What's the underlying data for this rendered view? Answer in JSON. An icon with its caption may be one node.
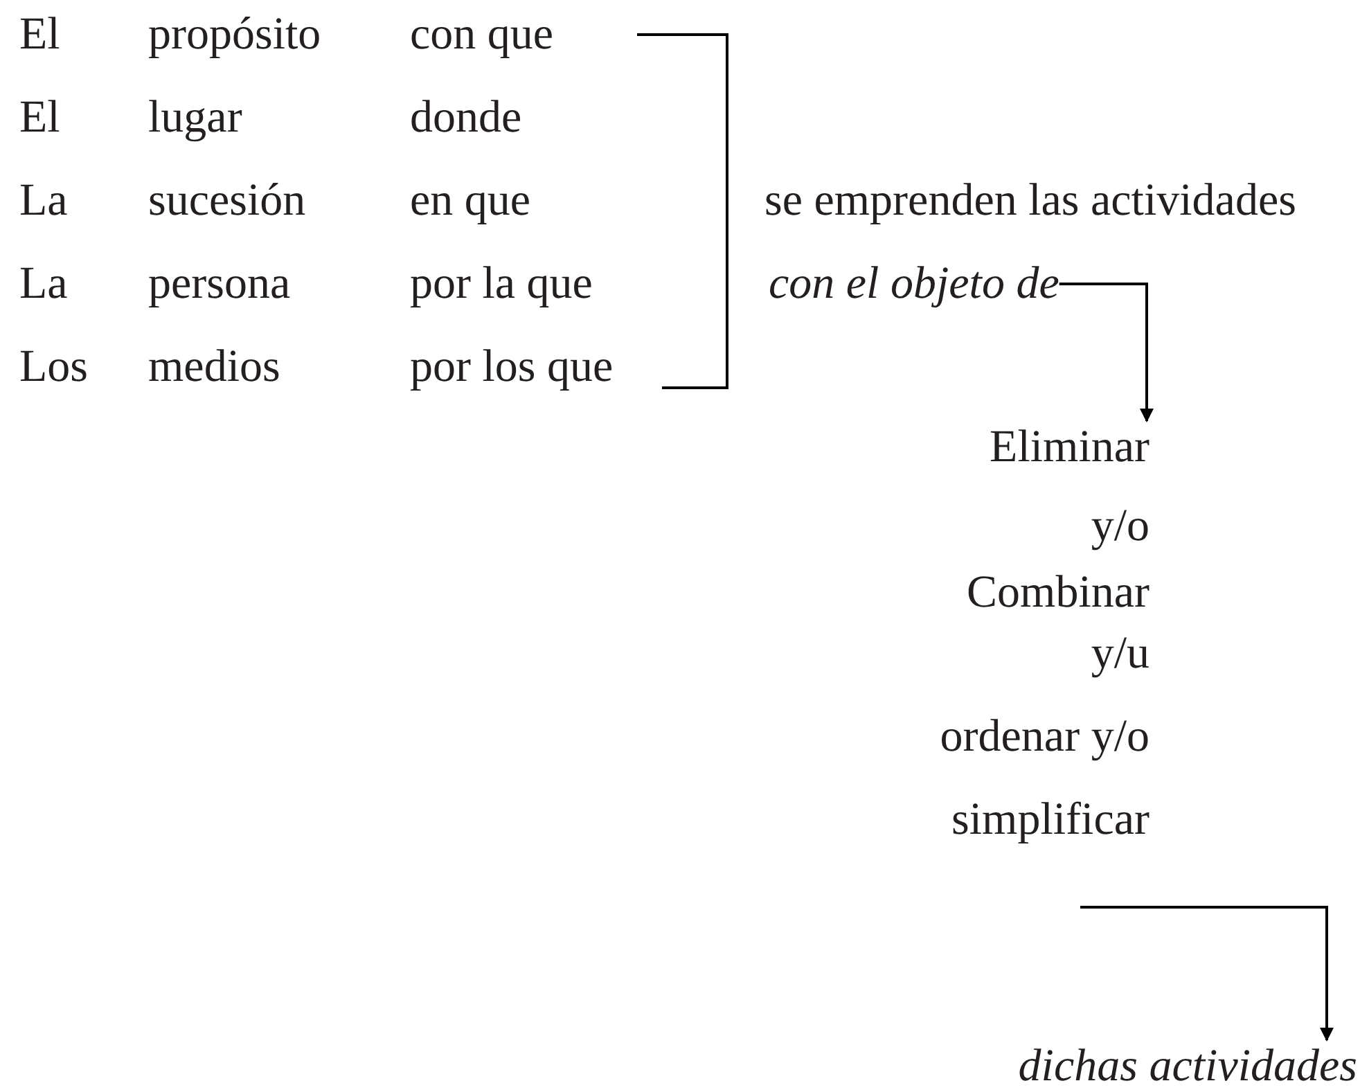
{
  "diagram": {
    "nodes": [
      {
        "text": [
          "con el objeto de"
        ]
      },
      {
        "text": [
          "Eliminar",
          "y/o",
          "Combinar",
          "y/u",
          "ordenar y/o",
          "simplificar"
        ]
      },
      {
        "text": [
          "dichas actividades"
        ]
      }
    ],
    "edges": [
      {
        "from": 0,
        "to": 1,
        "arrow": "to"
      },
      {
        "from": 1,
        "to": 2,
        "arrow": "to"
      }
    ],
    "labels": [
      "El",
      "propósito",
      "con que",
      "El",
      "lugar",
      "donde",
      "La",
      "sucesión",
      "en que",
      "La",
      "persona",
      "por la que",
      "Los",
      "medios",
      "por los que",
      "se emprenden las actividades"
    ]
  }
}
